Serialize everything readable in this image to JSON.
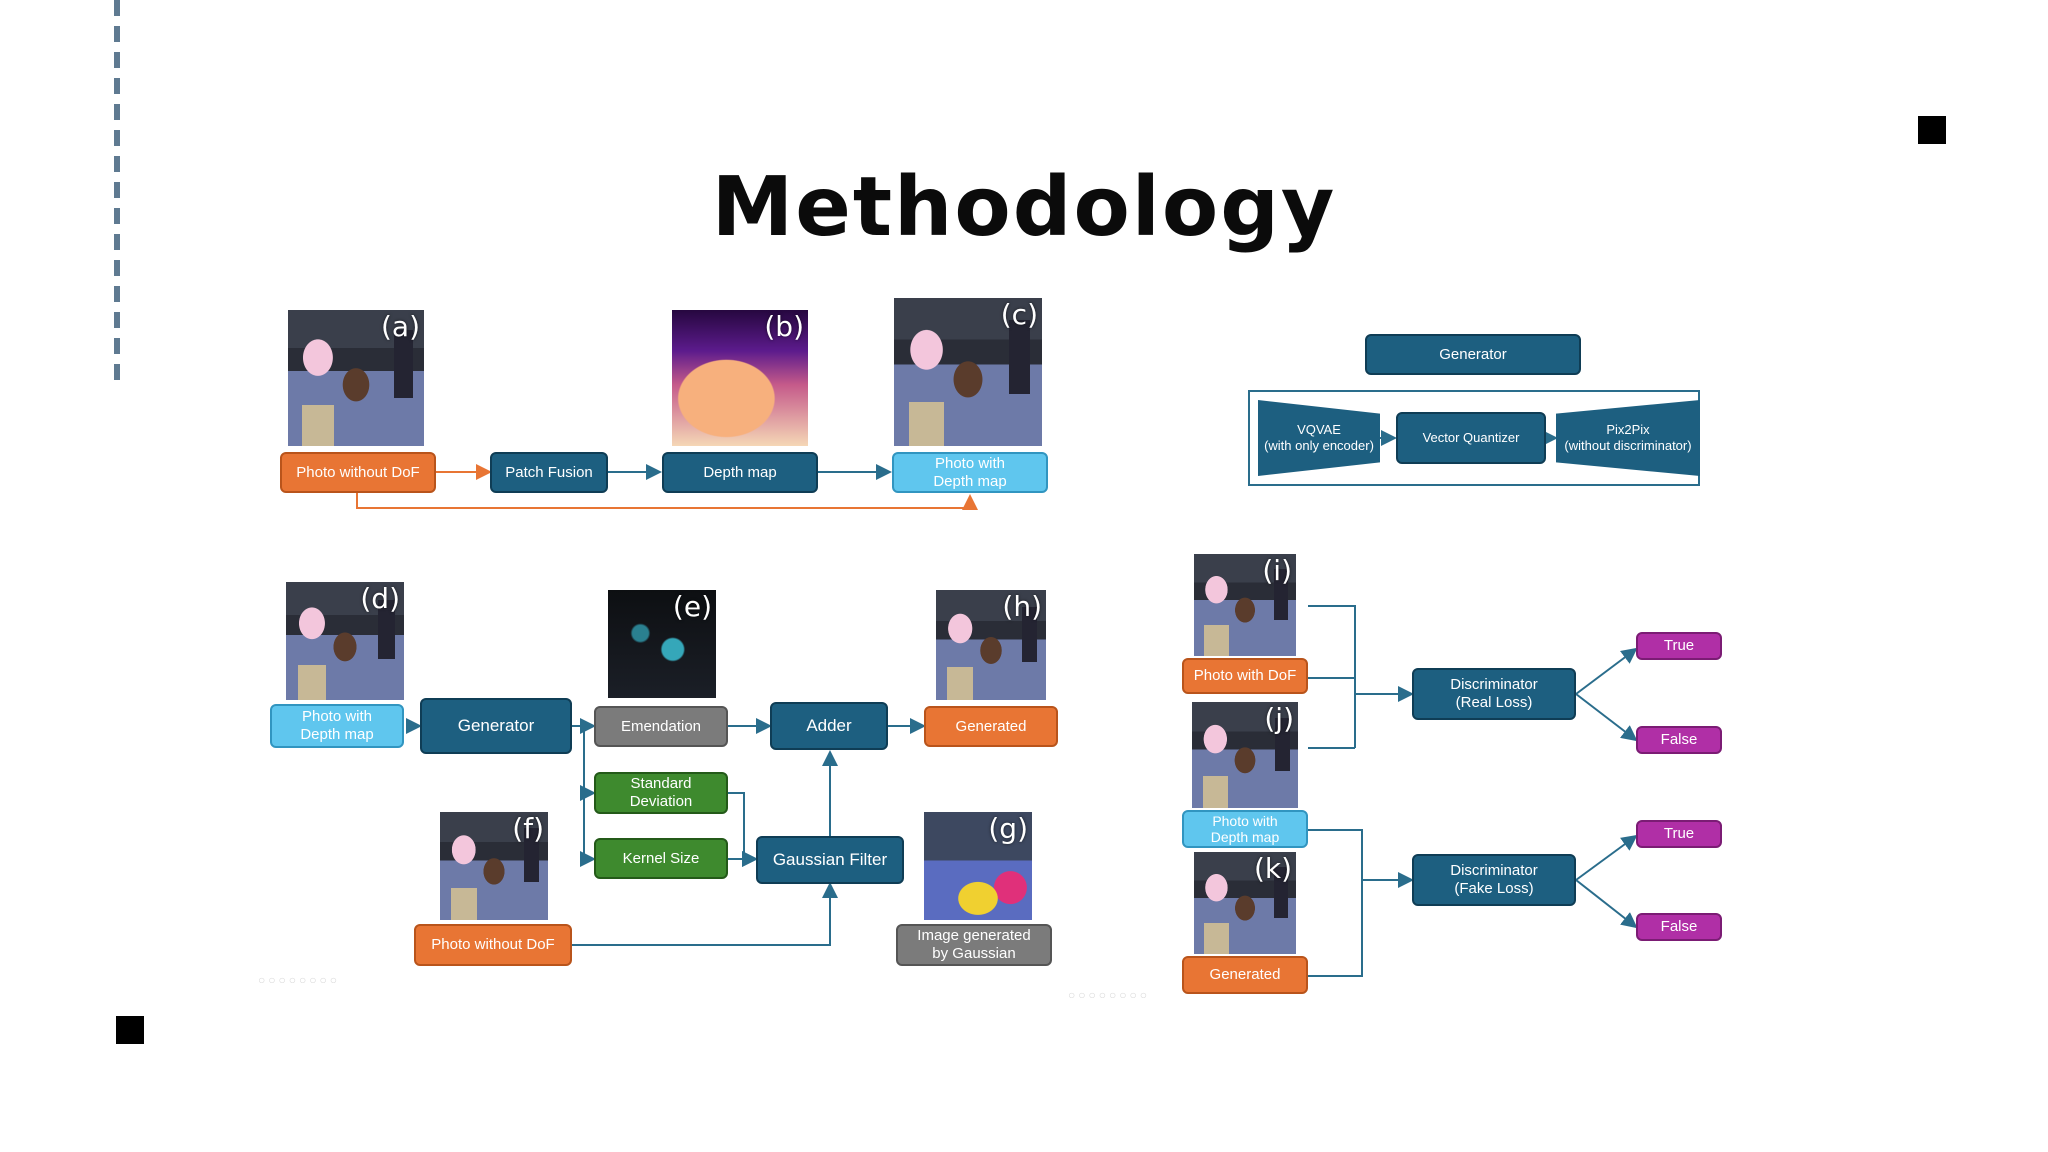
{
  "title": "Methodology",
  "top_flow": {
    "photo_without_dof": "Photo without DoF",
    "patch_fusion": "Patch Fusion",
    "depth_map": "Depth map",
    "photo_with_depth_map": "Photo with Depth map",
    "img_labels": {
      "a": "(a)",
      "b": "(b)",
      "c": "(c)"
    }
  },
  "generator_panel": {
    "title": "Generator",
    "vqvae": "VQVAE\n(with only encoder)",
    "vector_quantizer": "Vector Quantizer",
    "pix2pix": "Pix2Pix\n(without discriminator)"
  },
  "bottom_flow": {
    "photo_with_depth_map": "Photo with Depth map",
    "generator": "Generator",
    "emendation": "Emendation",
    "standard_deviation": "Standard Deviation",
    "kernel_size": "Kernel Size",
    "adder": "Adder",
    "gaussian_filter": "Gaussian Filter",
    "generated": "Generated",
    "photo_without_dof": "Photo without DoF",
    "image_generated_by_gaussian": "Image generated by Gaussian",
    "img_labels": {
      "d": "(d)",
      "e": "(e)",
      "f": "(f)",
      "g": "(g)",
      "h": "(h)"
    }
  },
  "discriminator_flow": {
    "photo_with_dof": "Photo with DoF",
    "photo_with_depth_map": "Photo with Depth map",
    "generated": "Generated",
    "disc_real": "Discriminator (Real Loss)",
    "disc_fake": "Discriminator (Fake Loss)",
    "true1": "True",
    "false1": "False",
    "true2": "True",
    "false2": "False",
    "img_labels": {
      "i": "(i)",
      "j": "(j)",
      "k": "(k)"
    }
  },
  "colors": {
    "orange": "#e87534",
    "navy": "#1d5f80",
    "light_blue": "#5fc6ee",
    "gray": "#7b7b7b",
    "green": "#3e8a2e",
    "purple": "#b02fa6"
  }
}
